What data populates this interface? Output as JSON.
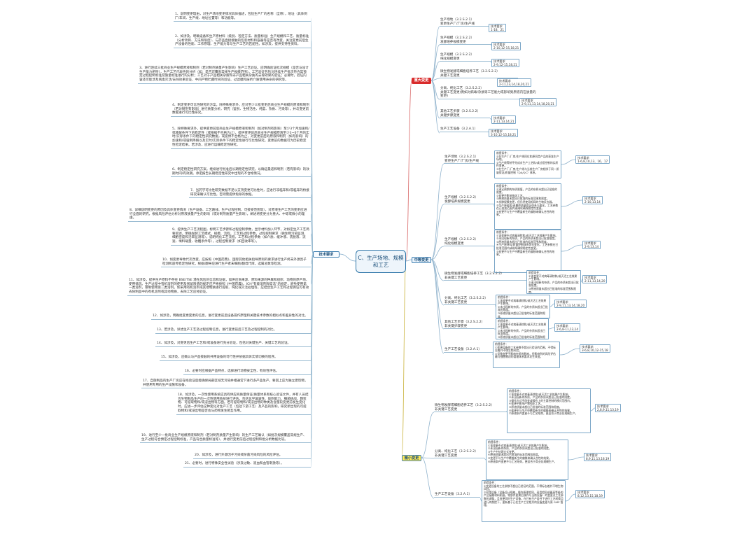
{
  "center": "C、生产场地、规模和工艺",
  "left_branch": {
    "label": "技术要求",
    "items": [
      "1、说明变更理由，对生产场地变更情况具体描述，包括生产厂的名称（全称），地址（具体到厂/车间、生产线、地址位置等）和功能等。",
      "2、如涉及，明确设备和生产原材料（级别、检定方法、质量标准）生产规模和工艺、质量标准（分析项目、方法和限度）、与药品直接接触的包装材料和容器等是否有改变，关注变更前后生产设备的性能、工作原理、生产能力等与生产工艺的匹配性。如涉及，提供支持性资料。",
      "3、进行连续三批商业生产规模原液和制剂（若对制剂质量产生影响）生产工艺验证。应明确验证批次规模（是否与设计生产能力相符），生产工艺代表性的分析（如：是否可覆盖常规生产规模范围）。工艺验证包括对连续生产批次符合其预定过程控制标准及质量标准进行的分析；工艺对于产品相关杂质和非产品相关杂质的去除效果的验证；必要时，验证内容还可能涉及病毒灭活/去除效果验证、中间产物贮藏时间的验证、过滤膜和层析介质使用寿命的研究等。",
      "4、制定变更可比性研究的方案。除特殊要求外，应对至少三批变更后商业生产规模的原液和制剂（若对制剂有影响）进行质量分析，研究（鉴别、生物活性、纯度、杂质、污染等），并与变更前数据进行可比性研究。",
      "5、除特殊要求外，提供变更前后商业生产规模原液和制剂（如对制剂有影响）至少3个月加速和/或降解条件下的稳定性（或根据不合格为止），提供变更前后商业生产规模原液至少3~6个月的实时/实际条件下的稳定性研究数据，或提供不合格为止，对变更前后的原液和制剂（如有影响）的加速和/或强制降解以及实时/实际条件下的稳定性进行可比性研究。变更前的数据可为历史稳定性检定结果。若涉及，应进行运输稳定性研究。",
      "6、制定稳定性研究方案。继续进行批准后长期稳定性研究，以确证最适和制剂（若有影响）的效期时间/有效期。承诺报告长期稳定性研究中出现的不合格情况。",
      "7、当药学可比性研究数据不足以支持变更可比性时，应进行非临床和/或临床的桥接研究来确认可比性。否则需提供免除的依据。",
      "8、详细说明变更的原因及具体变更情况（生产设备、工艺路线、生产过程控制、可接受范围等），对原液生产工艺的变更应进行全面的研究，根据风险评估分析对原液质量产生的影响（或对制剂质量产生影响），阐述将变更分为重大、中等或微小的理由。",
      "9、提供生产工艺流程图，标明工艺步骤和过程控制参数，显示材料加入环节，对拟定生产工艺简要叙述。明确发酵工艺模式、规模、流程，工艺和过程参数，过程控制要求（微生物污染监测、细胞密度和活率监测等），说明纯化工艺流程，工艺和过程参数（如介质、缓冲液、洗脱液、流速、填料载量、收穫条件等），过程控制要求（如回收率等）。",
      "10、如变更导致代次改变，应按照《中国药典》，国际其他相关指导原则的要求进行生产终末外源因子检测和遗传稳定性研究，根据/翻导应进行生产者末细胞/翻母代库，选属总数等检测。",
      "11、如涉及，提供生产原料不存在 BSE/TSE 潜在风险的信息和证据，如供应商来源、原料来源的种属和组织、动物的原产地、使用情况。生产过程中有机溶剂的使用及残留限值的规定应严格按照《中国药典》、ICH“有能溶剂限度法”的规定，避免使用第一类溶剂，限制使用第二类溶剂。如采用有机溶剂或其他物质进行提取、纯化或灭活处理等，应结合生产工艺和过程保证可有效去除制品中的有机溶剂或其他物质，去除工艺应经验证。",
      "12、如涉及，明确批变更变更的信息，进行变更前后设备操作原理和关键技术参数的相似点和差异性的对比。",
      "13、若涉及，详述生产工艺及过程控制信息，进行变更前后工艺及过程控制的对比。",
      "14、如涉及，对变更后生产工艺和/或设备进行充分验证，包括对关键生产、关键工艺的验证。",
      "15、如涉及，应确认与产品接触的共用设备的可行性并依据具体实情切换的程序。",
      "16、必要时应根据产品特点，选择进行动物安全性、有效性评估。",
      "17、自施制品的生产厂房应在经验证后能确保局部区域无污染并相通常下进行多产品生产，要回上应为独立建筑物，并使用专用的生产设施和设备。",
      "18、如涉及，一次性使用系统应具有供应商质量保证/质量体系和核心验证文件，并有人员结合生物制品生产的一次性使用系统进行评估，包括化学兼容性、吸附能力、细菌挑战、颗粒物、可提取物和/或浸出物等方面。若可提取物和/或浸出物的种类及含量较变更前发生变化时，应进一步评估这种变化对生产工艺（包括下游工艺）及产品的影响，研究新出现的可提取物和/或浸出物是否会与药物发生相互作用。",
      "19、进行至少一批商业生产规模原液和制剂（若对制剂质量产生影响）的生产工艺确认（如批次规模覆盖常规生产、生产过程符合预定过程控制标准，产品符合质量标准等），并进行变更前后过程控制和批分析数据比较。",
      "20、如涉及，进行外源因子污染或杂菌污染风险的风险评估。",
      "21、必要时，进行特殊安全性试验（涉及过敏、溶血和血管刺激等）。"
    ]
  },
  "major": {
    "label": "重大变更",
    "nodes": [
      {
        "text": "生产场地（3.2.S.2.1）\n变更生产厂/厂房/生产线",
        "tech": "技术要求\n1-18、21"
      },
      {
        "text": "生产规模（3.2.S.2.2）\n发酵培养规模变更",
        "tech": "技术要求\n2-10,12-15,18,21"
      },
      {
        "text": "生产规模（3.2.S.2.2）\n纯化规模变更",
        "tech": "技术要求\n2-9,12-15,18,21"
      },
      {
        "text": "微生物发酵或细胞培养工艺（3.2.S.2.2）\n关键工艺变更",
        "tech": "技术要求\n2-11,13,14,18,20,21"
      },
      {
        "text": "分离、纯化工艺（3.2.S.2.2）\n关键工艺变更(例如对病毒/杂质等工艺能力或影响到原液内在质量的变更)",
        "tech": "技术要求\n2-9,11,13,14,18,20,21"
      },
      {
        "text": "其他工艺步骤（3.2.S.2.2）\n关键步骤变更",
        "tech": "技术要求\n2-11,13,14,21"
      },
      {
        "text": "生产工艺设备（3.2.A.1）",
        "tech": "技术要求\n3-10,12-15,18,21"
      }
    ]
  },
  "medium": {
    "label": "中等变更",
    "nodes": [
      {
        "text": "生产场地（3.2.S.2.1）\n变更生产厂/厂房/生产线",
        "cond": [
          "前提条件：",
          "①在生产厂/厂房/生产线同位和原同类产品的获准生产场地。",
          "②生产线等制不完成对生产工艺和/或过程控制的实质性变更。",
          "③在生产厂/厂房/生产线与当前生产厂房相邻于同一质量保证/质量控制（QA/QC）体系。"
        ],
        "tech": "技术要求\n1-6,8,10,13、16、17"
      },
      {
        "text": "生产规模（3.2.S.2.2）\n发酵培养规模变更",
        "cond": [
          "前提条件：",
          "①满足预期的杂质限值，产品的杂质未超出已批准的限度。",
          "②变更不影响纯化工艺。",
          "③原液质量未超出已批准的标准范围和限度。",
          "④发酵规模变更，但仍然使用相同的生物反应器。",
          "⑤生产原料和/或最终质量保证体系与变化，工艺参数在已批准范围内或继续确保稳定性变更。",
          "⑥变更不与生产中覆盖新生的偏移来确认合性的结果。"
        ],
        "tech": "技术要求\n2-10,13,14"
      },
      {
        "text": "生产规模（3.2.S.2.2）\n纯化规模变更",
        "cond": [
          "前提条件：",
          "①该变更不对病毒清除和/或灭活工艺效果产生影响。",
          "②未出现新的杂质，产品的杂质未超出已批准限度。",
          "③原液质量未超出已批准的标准范围和限度。",
          "④生产原材料/质量控制体系等无变化，工艺参数在已批准范围内或继续确保稳定性变更。",
          "⑤变更不与生产中覆盖新生的偏移来确认合性的结果。"
        ],
        "tech": "技术要求\n2-9,13,14"
      },
      {
        "text": "微生物发酵或细胞培养工艺（3.2.S.2.2）\n非关键工艺变更",
        "cond": [
          "前提条件：",
          "①该变更不对病毒清除和/或灭活工艺效果产生影响。",
          "②未出现新的杂质，产品的杂质未超出已批准限度。",
          "③原液质量未超出已批准的标准范围和限度。"
        ],
        "tech": "技术要求\n2-11,13,14,20"
      },
      {
        "text": "分离、纯化工艺（3.2.S.2.2）\n非关键工艺变更",
        "cond": [
          "前提条件：",
          "①该变更不对病毒清除和/或灭活工艺效果产生影响。",
          "②未出现新的杂质，产品的杂质未超出已批准的限度。",
          "③原液质量未超出已批准的标准范围和限度。"
        ],
        "tech": "技术要求\n2-9,11,13,14,18,20"
      },
      {
        "text": "其他工艺步骤（3.2.S.2.2）\n非关键步骤变更",
        "cond": [
          "前提条件：",
          "①该变更不对病毒清除和/或灭活工艺效果产生影响。",
          "②未出现新的杂质，产品的杂质未超出已批准限度。",
          "③原液质量未超出已批准的标准范围和限度。"
        ],
        "tech": "技术要求\n2-6,8-11,13,14"
      },
      {
        "text": "生产工艺设备（3.2.A.1）",
        "cond": [
          "前提条件：",
          "①变更设备的工艺参数不超出已验证的范围，不得标志着并不增生物风险。",
          "②设备变更不影响杂质的影响，但影响到的风险评估最与细胞物初的管理体系要求发生改变。"
        ],
        "tech": "技术要求\n3-6,8,10,12-15,18"
      }
    ]
  },
  "minor": {
    "label": "微小变更",
    "nodes": [
      {
        "text": "微生物发酵或细胞培养工艺（3.2.S.2.2）\n非关键工艺变更",
        "cond": [
          "前提条件：",
          "①该变更不对病毒清除和/或灭活工艺效果产生影响。",
          "②未出现新的杂质，产品的杂质未超出已批准的限度。",
          "③操作方式不改变或操作上的主要控制的模式范围内。",
          "④变更不影响产物纯化工艺。",
          "⑤原液质量未超出已批准的标准范围和限度。",
          "⑥变更不与生产中覆盖新生的偏移来确认合性的结果。",
          "⑦原液条件变更不与工艺结束，更适合于商业化规模生产。"
        ],
        "tech": "技术要求\n2,8,9,11,13,19"
      },
      {
        "text": "分离、纯化工艺（3.2.S.2.2）\n非关键工艺变更",
        "cond": [
          "前提条件：",
          "①该变更不对病毒清除和/或灭活工艺效果产生影响。",
          "②未出现新的杂质，产品的杂质未超出已批准的限度。",
          "③生产中处理方式变更。",
          "④原液质量未超出已批准的标准范围和限度。",
          "⑤变更不与生产中覆盖新生的偏移来确认合性的结果。",
          "⑥原液条件变更不与工艺结束，更适合于商业化规模生产。"
        ],
        "tech": "技术要求\n8,9,11,13,18,19"
      },
      {
        "text": "生产工艺设备（3.2.A.1）",
        "cond": [
          "前提条件：",
          "①变更设备的工艺参数不超出已验证的范围，不得标志着并不增生物风险。",
          "②同等设备（设备设计规格，操作原理相同，采用相同或更高等级的产品接触材料制造，零部件更换后操作与当前设备）的变更及工艺参数的调整，且变更同时生产设备，在已有生产条件下进行工艺转换且进行的前提下，更新基于已在生产工艺相关的设备变更与原 GMP 管理。"
        ],
        "tech": "技术要求\n8,12,13,15,18,19"
      }
    ]
  }
}
